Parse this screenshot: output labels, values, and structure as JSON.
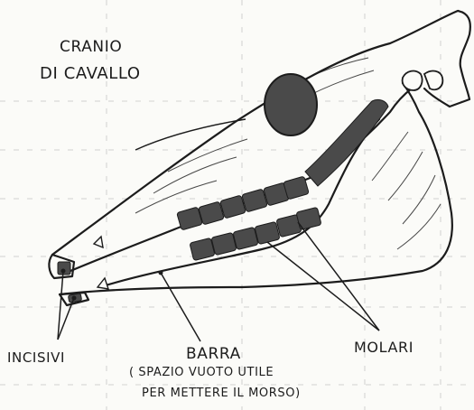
{
  "figure": {
    "title_line1": "CRANIO",
    "title_line2": "DI CAVALLO",
    "labels": {
      "incisors": "INCISIVI",
      "bar": "BARRA",
      "bar_note_line1": "( SPAZIO VUOTO UTILE",
      "bar_note_line2": "PER METTERE IL MORSO)",
      "molars": "MOLARI"
    }
  },
  "colors": {
    "ink": "#1c1c1c",
    "teeth": "#4a4a4a",
    "grid": "#9a9a9a",
    "paper": "#fbfbf8"
  }
}
